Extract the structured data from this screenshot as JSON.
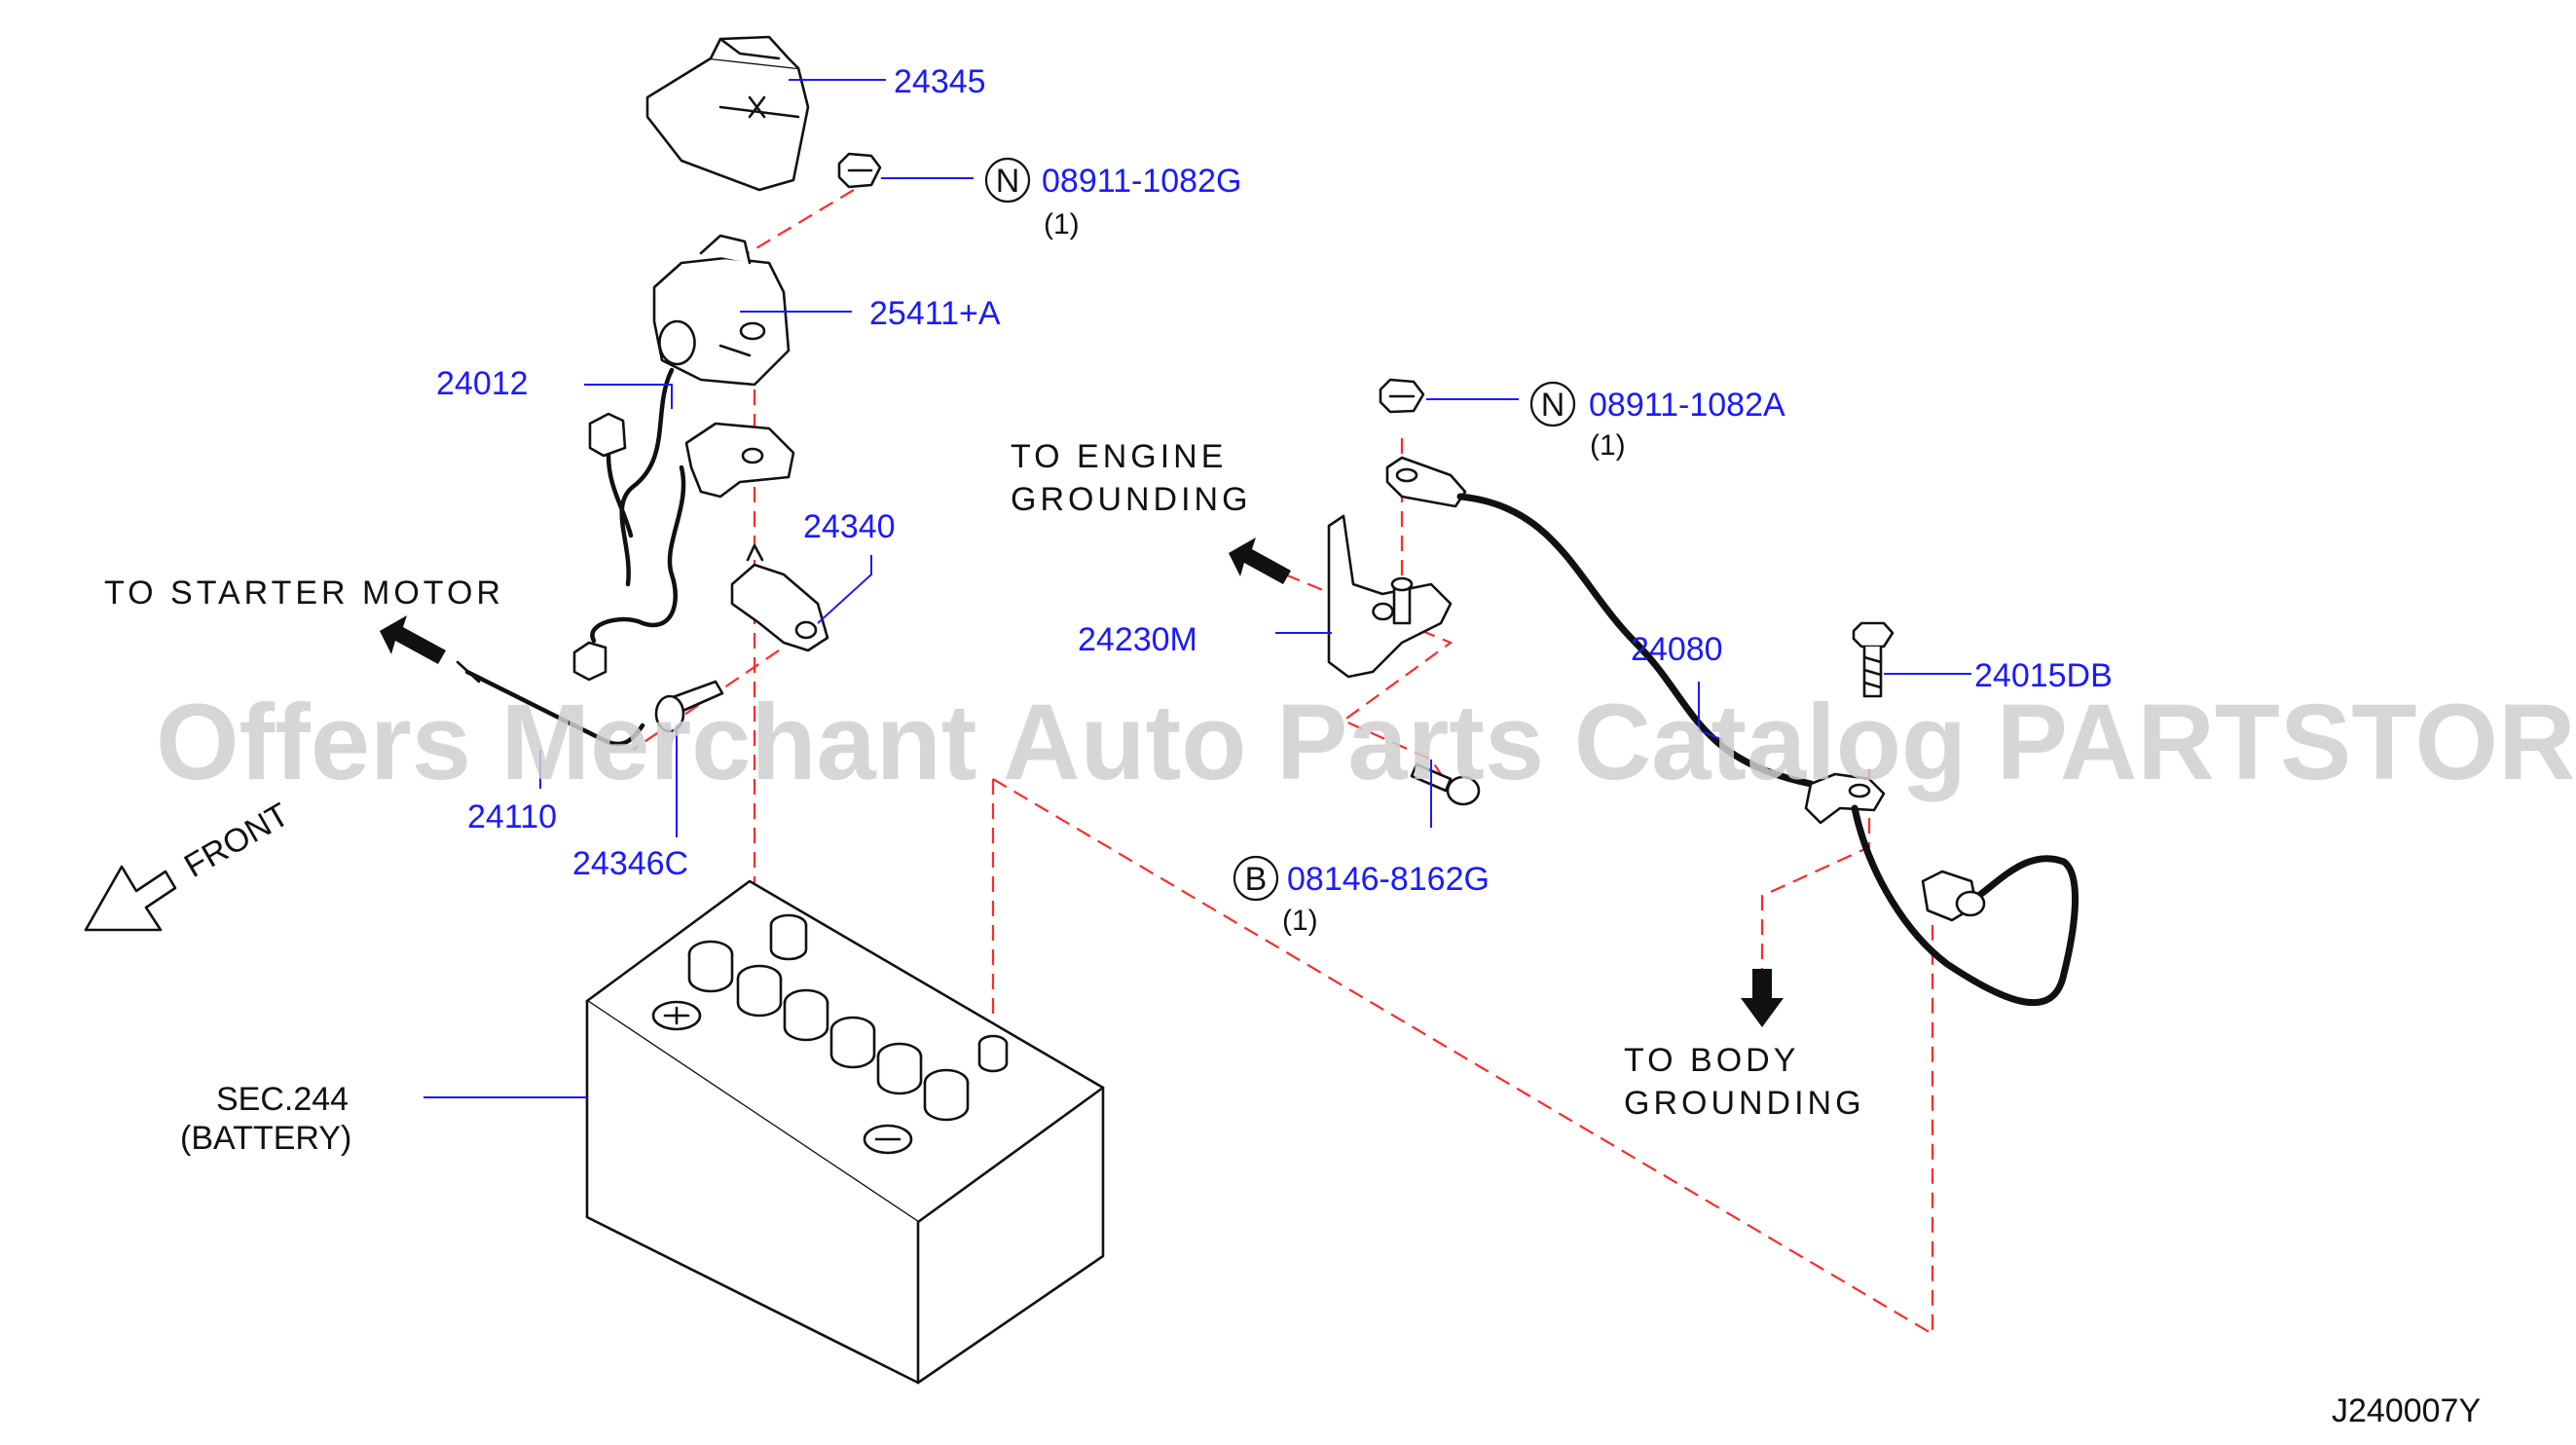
{
  "watermark": "Offers Merchant Auto Parts Catalog PARTSTORE.SA",
  "diagram_code": "J240007Y",
  "callouts": {
    "p24345": "24345",
    "p08911_1082G": "08911-1082G",
    "p08911_1082G_qty": "(1)",
    "p25411A": "25411+A",
    "p24012": "24012",
    "p24340": "24340",
    "p24110": "24110",
    "p24346C": "24346C",
    "p08911_1082A": "08911-1082A",
    "p08911_1082A_qty": "(1)",
    "p24230M": "24230M",
    "p24080": "24080",
    "p24015DB": "24015DB",
    "p08146_8162G": "08146-8162G",
    "p08146_8162G_qty": "(1)",
    "sec244": "SEC.244",
    "battery": "(BATTERY)"
  },
  "markers": {
    "n1": "N",
    "n2": "N",
    "b1": "B"
  },
  "labels": {
    "starter": "TO STARTER MOTOR",
    "engine_1": "TO ENGINE",
    "engine_2": "GROUNDING",
    "body_1": "TO BODY",
    "body_2": "GROUNDING",
    "front": "FRONT"
  }
}
